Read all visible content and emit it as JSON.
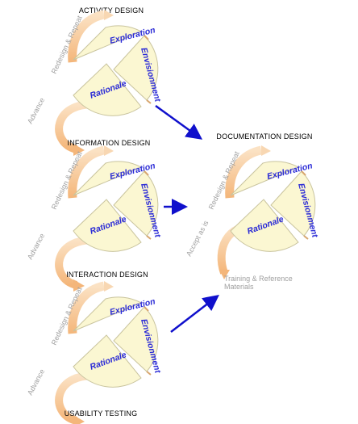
{
  "stages": [
    {
      "title": "ACTIVITY DESIGN",
      "quadrants": {
        "exploration": "Exploration",
        "envisionment": "Envisionment",
        "rationale": "Rationale"
      },
      "loop_label": "Redesign & Repeat",
      "advance_label": "Advance"
    },
    {
      "title": "INFORMATION DESIGN",
      "quadrants": {
        "exploration": "Exploration",
        "envisionment": "Envisionment",
        "rationale": "Rationale"
      },
      "loop_label": "Redesign & Repeat",
      "advance_label": "Advance"
    },
    {
      "title": "INTERACTION DESIGN",
      "quadrants": {
        "exploration": "Exploration",
        "envisionment": "Envisionment",
        "rationale": "Rationale"
      },
      "loop_label": "Redesign & Repeat",
      "advance_label": "Advance"
    }
  ],
  "final_stage": {
    "title": "USABILITY TESTING"
  },
  "documentation": {
    "title": "DOCUMENTATION DESIGN",
    "quadrants": {
      "exploration": "Exploration",
      "envisionment": "Envisionment",
      "rationale": "Rationale"
    },
    "loop_label": "Redesign & Repeat",
    "accept_label": "Accept as is",
    "output_line1": "Training & Reference",
    "output_line2": "Materials"
  },
  "colors": {
    "quadrant_fill": "#fbf7d2",
    "label_blue": "#2a2ad6",
    "arrow_orange": "#f6c48e",
    "connector_arrow": "#1010cc",
    "muted_text": "#9f9f9f"
  }
}
